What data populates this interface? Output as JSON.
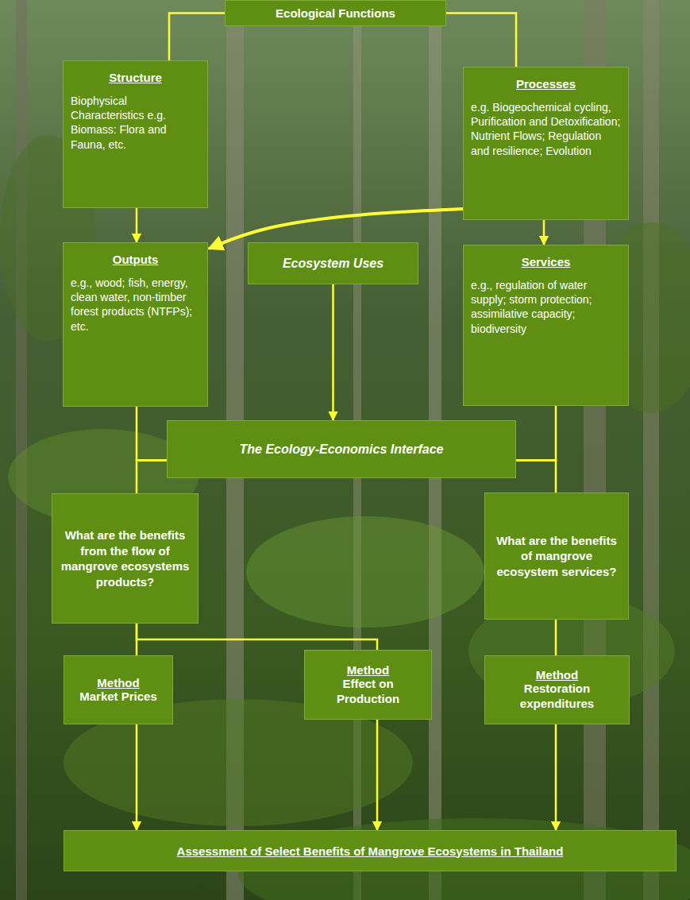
{
  "diagram": {
    "nodes": [
      {
        "text": [
          "Ecological Functions"
        ]
      },
      {
        "text": [
          "Structure",
          "Biophysical Characteristics e.g. Biomass: Flora and Fauna, etc."
        ]
      },
      {
        "text": [
          "Processes",
          "e.g. Biogeochemical cycling, Purification and Detoxification; Nutrient Flows; Regulation and resilience; Evolution"
        ]
      },
      {
        "text": [
          "Outputs",
          "e.g., wood; fish, energy, clean water, non-timber forest products (NTFPs); etc."
        ]
      },
      {
        "text": [
          "Ecosystem Uses"
        ]
      },
      {
        "text": [
          "Services",
          "e.g., regulation of water supply; storm protection; assimilative capacity; biodiversity"
        ]
      },
      {
        "text": [
          "The Ecology-Economics Interface"
        ]
      },
      {
        "text": [
          "What are the benefits from the flow of mangrove ecosystems products?"
        ]
      },
      {
        "text": [
          "What are the benefits of mangrove ecosystem services?"
        ]
      },
      {
        "text": [
          "Method",
          "Market Prices"
        ]
      },
      {
        "text": [
          "Method",
          "Effect on Production"
        ]
      },
      {
        "text": [
          "Method",
          "Restoration expenditures"
        ]
      },
      {
        "text": [
          "Assessment of Select Benefits of Mangrove Ecosystems in Thailand"
        ]
      }
    ],
    "edges": [
      {
        "from": 0,
        "to": 1,
        "arrow": "none"
      },
      {
        "from": 0,
        "to": 2,
        "arrow": "none"
      },
      {
        "from": 1,
        "to": 3,
        "arrow": "to"
      },
      {
        "from": 2,
        "to": 5,
        "arrow": "to"
      },
      {
        "from": 2,
        "to": 3,
        "arrow": "to"
      },
      {
        "from": 4,
        "to": 6,
        "arrow": "to"
      },
      {
        "from": 3,
        "to": 6,
        "arrow": "none"
      },
      {
        "from": 6,
        "to": 7,
        "arrow": "none"
      },
      {
        "from": 5,
        "to": 6,
        "arrow": "none"
      },
      {
        "from": 6,
        "to": 8,
        "arrow": "none"
      },
      {
        "from": 7,
        "to": 9,
        "arrow": "none"
      },
      {
        "from": 7,
        "to": 10,
        "arrow": "none"
      },
      {
        "from": 8,
        "to": 11,
        "arrow": "none"
      },
      {
        "from": 9,
        "to": 12,
        "arrow": "to"
      },
      {
        "from": 10,
        "to": 12,
        "arrow": "to"
      },
      {
        "from": 11,
        "to": 12,
        "arrow": "to"
      }
    ]
  }
}
